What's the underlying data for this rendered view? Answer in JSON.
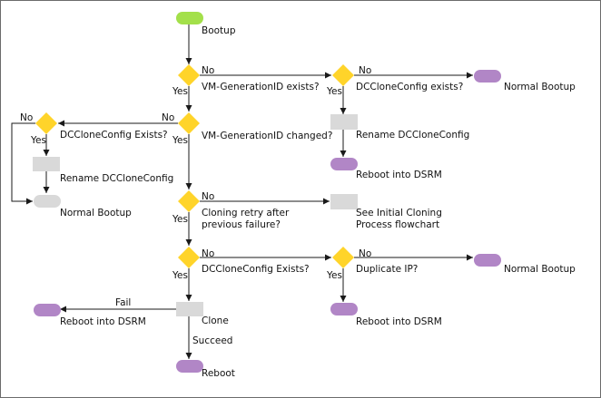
{
  "colors": {
    "start": "#a3e04a",
    "decision": "#ffd42a",
    "process": "#d9d9d9",
    "terminal": "#b186c6",
    "line": "#1a1a1a"
  },
  "nodes": {
    "bootup": "Bootup",
    "vm_genid_exists": "VM-GenerationID exists?",
    "dcclone_exists_top": "DCCloneConfig exists?",
    "normal_bootup_top": "Normal Bootup",
    "vm_genid_changed": "VM-GenerationID changed?",
    "dcclone_exists_left": "DCCloneConfig Exists?",
    "rename_left": "Rename DCCloneConfig",
    "normal_bootup_left": "Normal Bootup",
    "rename_right": "Rename DCCloneConfig",
    "reboot_dsrm_right": "Reboot into DSRM",
    "cloning_retry_1": "Cloning retry after",
    "cloning_retry_2": "previous failure?",
    "see_initial_1": "See Initial Cloning",
    "see_initial_2": "Process flowchart",
    "dcclone_exists_mid": "DCCloneConfig Exists?",
    "duplicate_ip": "Duplicate IP?",
    "normal_bootup_right": "Normal Bootup",
    "reboot_dsrm_mid": "Reboot into DSRM",
    "clone": "Clone",
    "reboot_dsrm_left": "Reboot into DSRM",
    "reboot": "Reboot"
  },
  "edges": {
    "no_1": "No",
    "yes_1": "Yes",
    "no_2": "No",
    "yes_2": "Yes",
    "no_3": "No",
    "yes_3": "Yes",
    "no_4": "No",
    "yes_4": "Yes",
    "no_5": "No",
    "yes_5": "Yes",
    "no_6": "No",
    "yes_6": "Yes",
    "no_7": "No",
    "yes_7": "Yes",
    "fail": "Fail",
    "succeed": "Succeed"
  }
}
